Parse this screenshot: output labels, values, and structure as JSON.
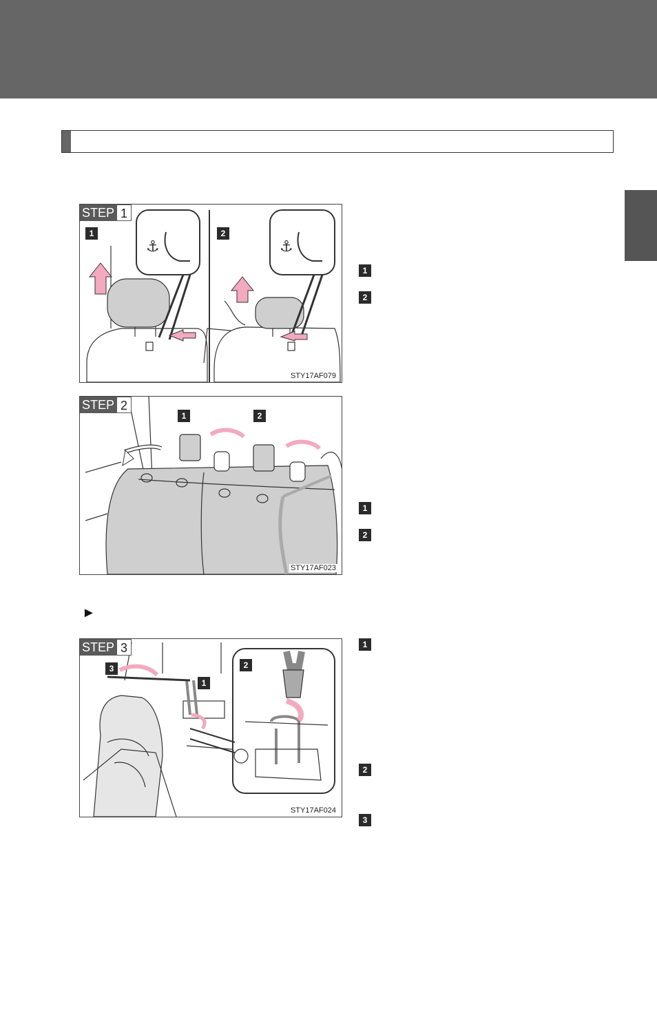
{
  "figures": {
    "step1": {
      "step_word": "STEP",
      "step_number": "1",
      "code": "STY17AF079",
      "badges": [
        "1",
        "2"
      ]
    },
    "step2": {
      "step_word": "STEP",
      "step_number": "2",
      "code": "STY17AF023",
      "badges": [
        "1",
        "2"
      ]
    },
    "step3": {
      "step_word": "STEP",
      "step_number": "3",
      "code": "STY17AF024",
      "badges": [
        "1",
        "2",
        "3"
      ]
    }
  },
  "callouts": {
    "step1": [
      "1",
      "2"
    ],
    "step2": [
      "1",
      "2"
    ],
    "step3": [
      "1",
      "2",
      "3"
    ]
  },
  "bullet_glyph": "►",
  "colors": {
    "header": "#666666",
    "arrow_pink": "#f3a9c0",
    "seat_gray": "#cfcfcf"
  }
}
